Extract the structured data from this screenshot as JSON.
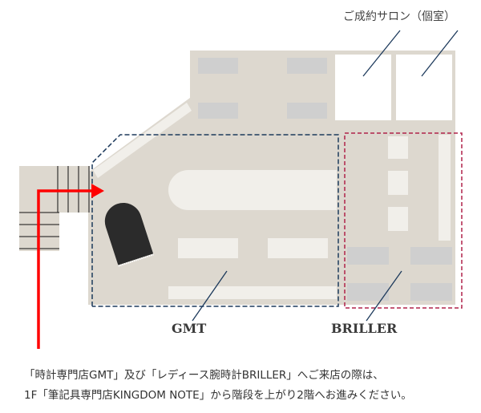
{
  "labels": {
    "salon": "ご成約サロン（個室）",
    "gmt": "GMT",
    "briller": "BRILLER"
  },
  "note": {
    "line1": "「時計専門店GMT」及び「レディース腕時計BRILLER」へご来店の際は、",
    "line2": "1F「筆記具専門店KINGDOM NOTE」から階段を上がり2階へお進みください。"
  },
  "colors": {
    "floor": "#ddd8cf",
    "fixture": "#f1efea",
    "shelf": "#cfcfcf",
    "gmt_border": "#1d3a5c",
    "briller_border": "#b0224a",
    "route": "#ff0000",
    "piano": "#2b2b2b"
  }
}
